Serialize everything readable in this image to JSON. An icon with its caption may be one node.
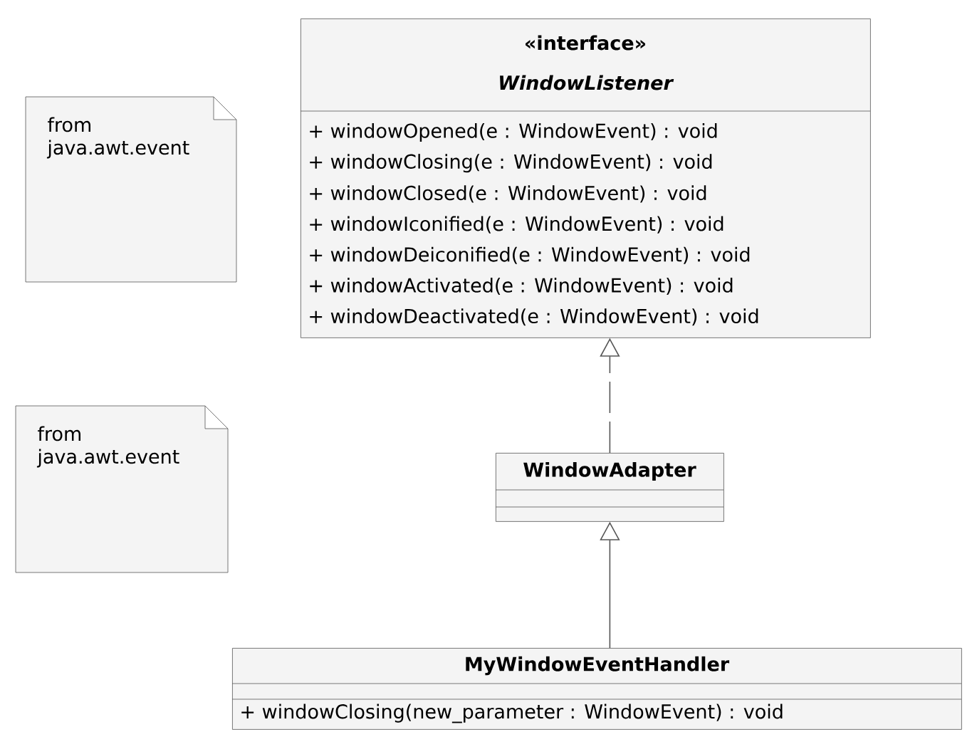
{
  "diagram": {
    "nodes": [
      {
        "text": [
          "from java.awt.event"
        ]
      },
      {
        "text": [
          "«interface»",
          "WindowListener",
          "+ windowOpened(e : WindowEvent) : void",
          "+ windowClosing(e : WindowEvent) : void",
          "+ windowClosed(e : WindowEvent) : void",
          "+ windowIconified(e : WindowEvent) : void",
          "+ windowDeiconified(e : WindowEvent) : void",
          "+ windowActivated(e : WindowEvent) : void",
          "+ windowDeactivated(e : WindowEvent) : void"
        ]
      },
      {
        "text": [
          "from java.awt.event"
        ]
      },
      {
        "text": [
          "WindowAdapter"
        ]
      },
      {
        "text": [
          "MyWindowEventHandler",
          "+ windowClosing(new_parameter : WindowEvent) : void"
        ]
      }
    ],
    "edges": [
      {
        "from": 3,
        "to": 1,
        "arrow": "to",
        "style": "dashed"
      },
      {
        "from": 4,
        "to": 3,
        "arrow": "to"
      }
    ]
  }
}
